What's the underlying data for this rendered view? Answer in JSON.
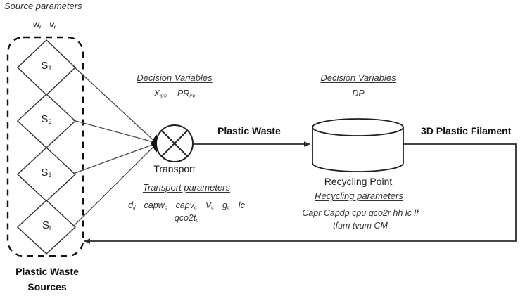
{
  "diagram": {
    "title_hidden": "Plastic waste recycling supply chain diagram",
    "source_section": {
      "header": "Source parameters",
      "source_params": "w_i  v_i",
      "w_symbol": "w",
      "w_sub": "i",
      "v_symbol": "v",
      "v_sub": "i",
      "caption_line1": "Plastic Waste",
      "caption_line2": "Sources",
      "nodes": [
        {
          "symbol": "S",
          "sub": "1",
          "label": "S1"
        },
        {
          "symbol": "S",
          "sub": "2",
          "label": "S2"
        },
        {
          "symbol": "S",
          "sub": "3",
          "label": "S3"
        },
        {
          "symbol": "S",
          "sub": "i",
          "label": "Si"
        }
      ]
    },
    "transport_section": {
      "decision_header": "Decision Variables",
      "decision_var_1_symbol": "X",
      "decision_var_1_sub": "ijrc",
      "decision_var_2_symbol": "PR",
      "decision_var_2_sub": "irc",
      "node_label": "Transport",
      "params_header": "Transport parameters",
      "params_line1": "d_ij  capw_c  capv_c  V_c  g_c  lc",
      "params_line2": "qco2t_c",
      "params_tokens_line1": [
        {
          "base": "d",
          "sub": "ij"
        },
        {
          "base": "capw",
          "sub": "c"
        },
        {
          "base": "capv",
          "sub": "c"
        },
        {
          "base": "V",
          "sub": "c"
        },
        {
          "base": "g",
          "sub": "c"
        },
        {
          "base": "lc",
          "sub": ""
        }
      ],
      "params_tokens_line2": [
        {
          "base": "qco2t",
          "sub": "c"
        }
      ]
    },
    "recycling_section": {
      "decision_header": "Decision Variables",
      "decision_var": "DP",
      "node_label": "Recycling Point",
      "params_header": "Recycling parameters",
      "params_line1": "Capr Capdp cpu qco2r hh  lc  lf",
      "params_line2": "tfum  tvum  CM"
    },
    "flows": {
      "input_flow_label": "Plastic Waste",
      "output_flow_label": "3D Plastic Filament"
    },
    "colors": {
      "stroke": "#2b2b2b",
      "text": "#1a1a1a",
      "background": "#ffffff",
      "dashed_border": "#111111"
    }
  }
}
